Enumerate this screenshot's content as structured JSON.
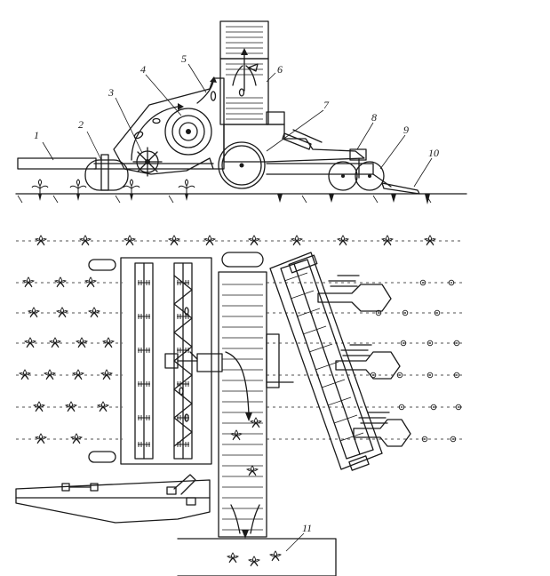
{
  "figure": {
    "callouts": [
      {
        "id": "1",
        "label": "1"
      },
      {
        "id": "2",
        "label": "2"
      },
      {
        "id": "3",
        "label": "3"
      },
      {
        "id": "4",
        "label": "4"
      },
      {
        "id": "5",
        "label": "5"
      },
      {
        "id": "6",
        "label": "6"
      },
      {
        "id": "7",
        "label": "7"
      },
      {
        "id": "8",
        "label": "8"
      },
      {
        "id": "9",
        "label": "9"
      },
      {
        "id": "10",
        "label": "10"
      },
      {
        "id": "11",
        "label": "11"
      }
    ]
  },
  "colors": {
    "ink": "#1a1a1a",
    "paper": "#ffffff"
  }
}
